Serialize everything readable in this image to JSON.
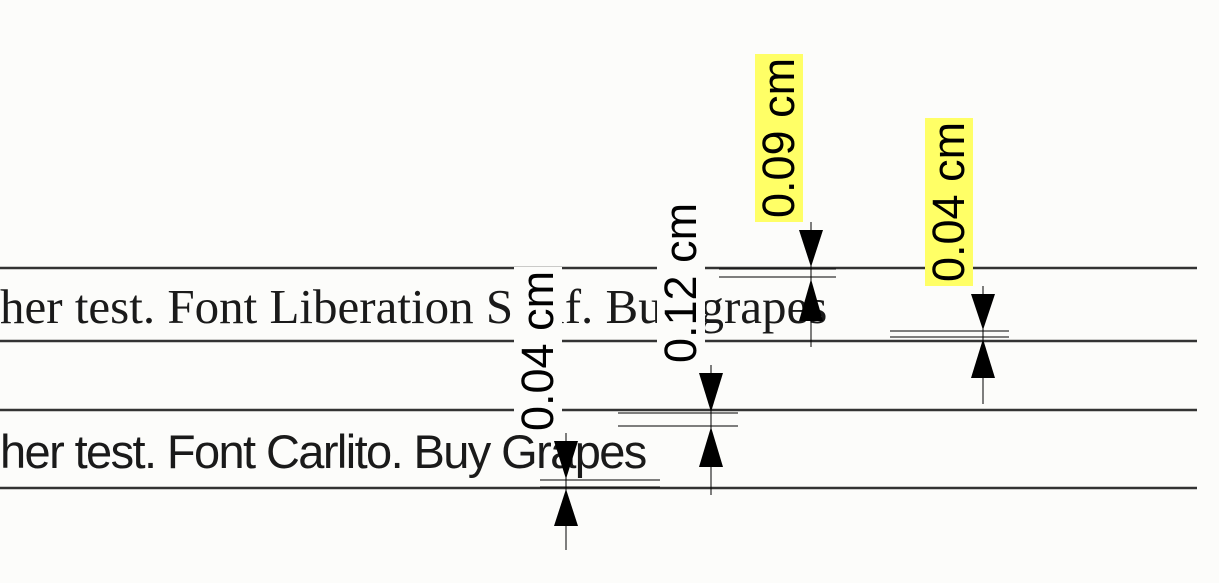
{
  "document": {
    "lines": [
      {
        "text": "her test. Font Liberation Serif. Buy grapes"
      },
      {
        "text": "her test. Font Carlito. Buy Grapes"
      }
    ]
  },
  "dimensions": [
    {
      "label": "0.04 cm",
      "highlighted": false
    },
    {
      "label": "0.12 cm",
      "highlighted": false
    },
    {
      "label": "0.09 cm",
      "highlighted": true
    },
    {
      "label": "0.04 cm",
      "highlighted": true
    }
  ],
  "colors": {
    "background": "#fcfcfa",
    "rule": "#333333",
    "highlight": "#ffff66",
    "text": "#1a1a1a"
  }
}
